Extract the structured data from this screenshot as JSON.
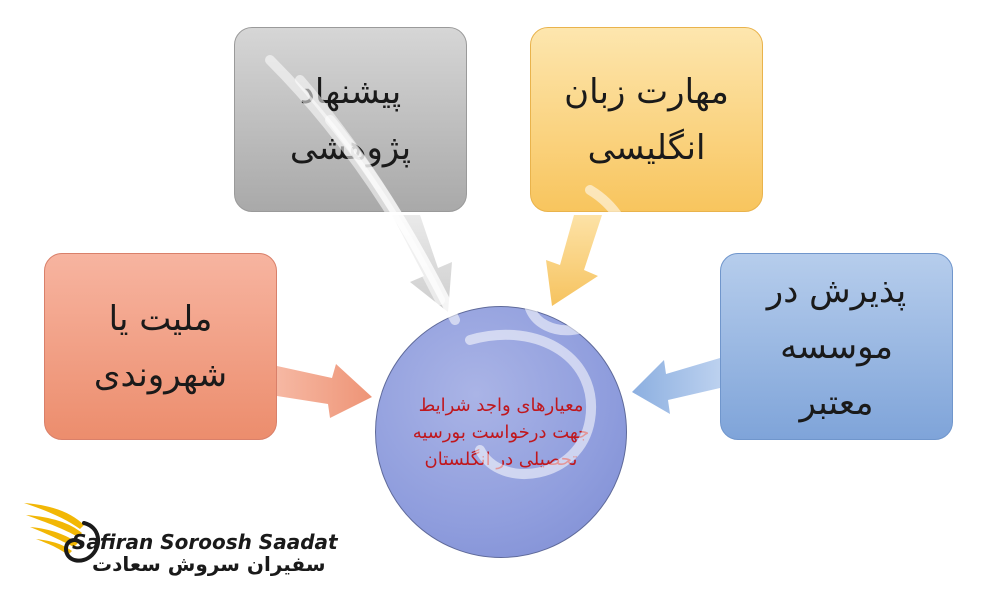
{
  "diagram": {
    "center": "معیارهای واجد شرایط جهت درخواست بورسیه تحصیلی در انگلستان",
    "nodes": {
      "research": "پیشنهاد پژوهشی",
      "english": "مهارت زبان انگلیسی",
      "citizenship": "ملیت یا شهروندی",
      "admission": "پذیرش در موسسه معتبر"
    }
  },
  "logo": {
    "english_text": "Safiran Soroosh Saadat",
    "persian_text": "سفیران سروش سعادت"
  },
  "colors": {
    "research": "#b9b9b9",
    "english": "#f9cf72",
    "citizenship": "#ef9a7c",
    "admission": "#94b4e1",
    "center": "#8f9ddd",
    "center_text": "#c0171d",
    "logo_gold": "#f2b705"
  }
}
